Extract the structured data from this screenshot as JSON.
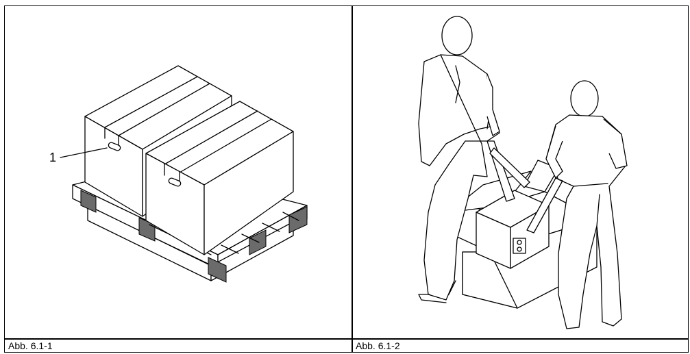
{
  "figures": [
    {
      "caption": "Abb.  6.1-1",
      "callout": "1"
    },
    {
      "caption": "Abb. 6.1-2"
    }
  ]
}
